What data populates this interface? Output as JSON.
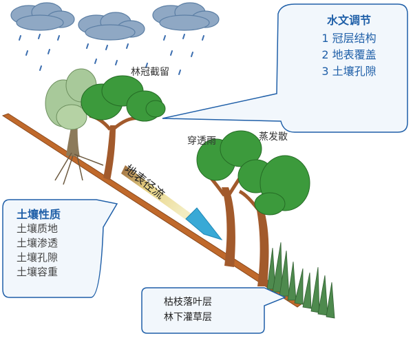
{
  "labels": {
    "canopy_interception": "林冠截留",
    "throughfall": "穿透雨",
    "evapotranspiration": "蒸发散",
    "surface_runoff": "地表径流"
  },
  "hydrology_box": {
    "title": "水文调节",
    "items": [
      "1 冠层结构",
      "2 地表覆盖",
      "3 土壤孔隙"
    ]
  },
  "soil_box": {
    "title": "土壤性质",
    "items": [
      "土壤质地",
      "土壤渗透",
      "土壤孔隙",
      "土壤容重"
    ]
  },
  "litter_box": {
    "items": [
      "枯枝落叶层",
      "林下灌草层"
    ]
  },
  "colors": {
    "box_border": "#1f5fa8",
    "box_fill": "#f2f7fc",
    "slope": "#c0692b",
    "cloud": "#6d8fb3",
    "tree_green": "#3c9a3c",
    "trunk": "#a25a2c",
    "runoff_arrow": "#39a9d6"
  }
}
